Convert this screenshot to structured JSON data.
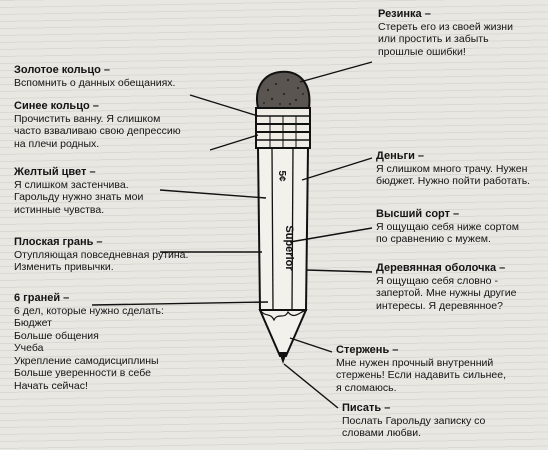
{
  "brand_label": "Superior",
  "price_label": "5¢",
  "notes": {
    "eraser": {
      "title": "Резинка –",
      "lines": [
        "Стереть его из своей жизни",
        "или простить и забыть",
        "прошлые ошибки!"
      ]
    },
    "gold_ring": {
      "title": "Золотое кольцо –",
      "lines": [
        "Вспомнить о данных обещаниях."
      ]
    },
    "blue_ring": {
      "title": "Синее кольцо –",
      "lines": [
        "Прочистить ванну. Я слишком",
        "часто взваливаю свою депрессию",
        "на плечи родных."
      ]
    },
    "yellow": {
      "title": "Желтый цвет –",
      "lines": [
        "Я слишком застенчива.",
        "Гарольду нужно знать мои",
        "истинные чувства."
      ]
    },
    "flat_face": {
      "title": "Плоская грань –",
      "lines": [
        "Отупляющая повседневная рутина.",
        "Изменить привычки."
      ]
    },
    "six_faces": {
      "title": "6 граней –",
      "lines": [
        "6 дел, которые нужно сделать:",
        "Бюджет",
        "Больше общения",
        "Учеба",
        "Укрепление самодисциплины",
        "Больше уверенности в себе",
        "Начать сейчас!"
      ]
    },
    "money": {
      "title": "Деньги –",
      "lines": [
        "Я слишком много трачу. Нужен",
        "бюджет. Нужно пойти работать."
      ]
    },
    "top_grade": {
      "title": "Высший сорт –",
      "lines": [
        "Я ощущаю себя ниже сортом",
        "по сравнению с мужем."
      ]
    },
    "wood": {
      "title": "Деревянная оболочка –",
      "lines": [
        "Я ощущаю себя словно -",
        "запертой. Мне нужны другие",
        "интересы. Я деревянное?"
      ]
    },
    "core": {
      "title": "Стержень –",
      "lines": [
        "Мне нужен прочный внутренний",
        "стержень! Если надавить сильнее,",
        "я сломаюсь."
      ]
    },
    "write": {
      "title": "Писать –",
      "lines": [
        "Послать Гарольду записку со",
        "словами любви."
      ]
    }
  }
}
